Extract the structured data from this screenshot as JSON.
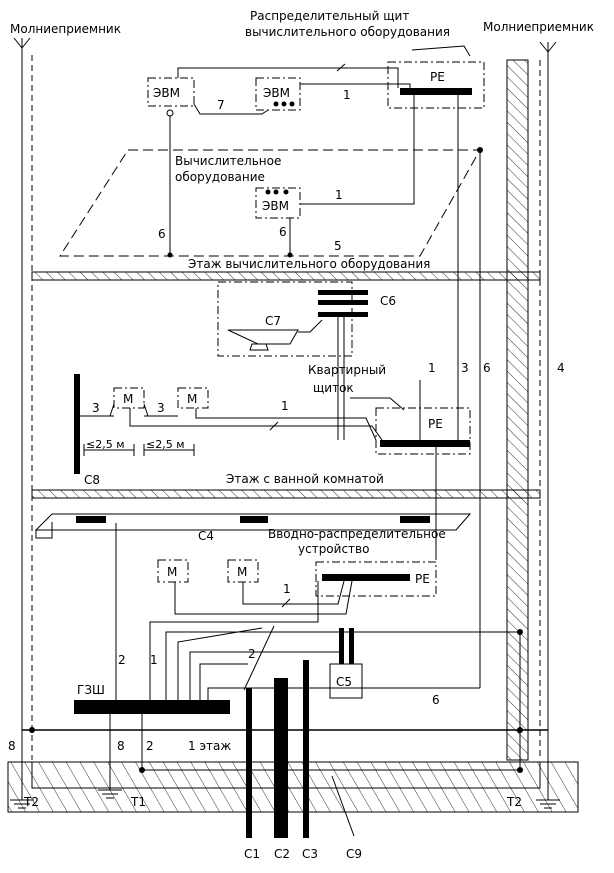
{
  "labels": {
    "lightning_left": "Молниеприемник",
    "lightning_right": "Молниеприемник",
    "board_title_1": "Распределительный щит",
    "board_title_2": "вычислительного оборудования",
    "pe": "PE",
    "evm": "ЭВМ",
    "comp_equipment_1": "Вычислительное",
    "comp_equipment_2": "оборудование",
    "floor_comp": "Этаж вычислительного оборудования",
    "floor_bath": "Этаж с ванной комнатой",
    "first_floor": "1 этаж",
    "apartment_board_1": "Квартирный",
    "apartment_board_2": "щиток",
    "vru_1": "Вводно-распределительное",
    "vru_2": "устройство",
    "m": "M",
    "dist_1": "≤2,5 м",
    "dist_2": "≤2,5 м",
    "gzsh": "ГЗШ",
    "c1": "С1",
    "c2": "С2",
    "c3": "С3",
    "c4": "С4",
    "c5": "С5",
    "c6": "С6",
    "c7": "С7",
    "c8": "С8",
    "c9": "С9",
    "t1": "Т1",
    "t2_left": "Т2",
    "t2_right": "Т2",
    "n1": "1",
    "n2": "2",
    "n3": "3",
    "n4": "4",
    "n5": "5",
    "n6": "6",
    "n7": "7",
    "n8": "8"
  }
}
